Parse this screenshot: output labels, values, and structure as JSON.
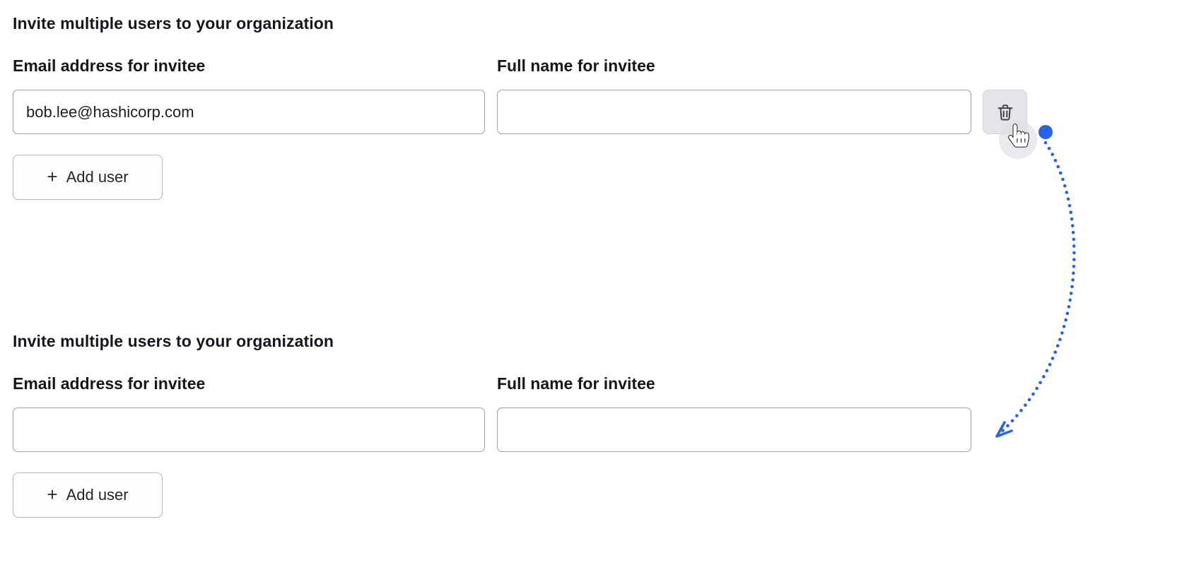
{
  "sections": [
    {
      "heading": "Invite multiple users to your organization",
      "fields": {
        "email": {
          "label": "Email address for invitee",
          "value": "bob.lee@hashicorp.com"
        },
        "full_name": {
          "label": "Full name for invitee",
          "value": ""
        }
      },
      "add_user_button": {
        "label": "Add user"
      }
    },
    {
      "heading": "Invite multiple users to your organization",
      "fields": {
        "email": {
          "label": "Email address for invitee",
          "value": ""
        },
        "full_name": {
          "label": "Full name for invitee",
          "value": ""
        }
      },
      "add_user_button": {
        "label": "Add user"
      }
    }
  ],
  "icons": {
    "plus": "+"
  },
  "annotation": {
    "arrow_color": "#2563eb"
  }
}
